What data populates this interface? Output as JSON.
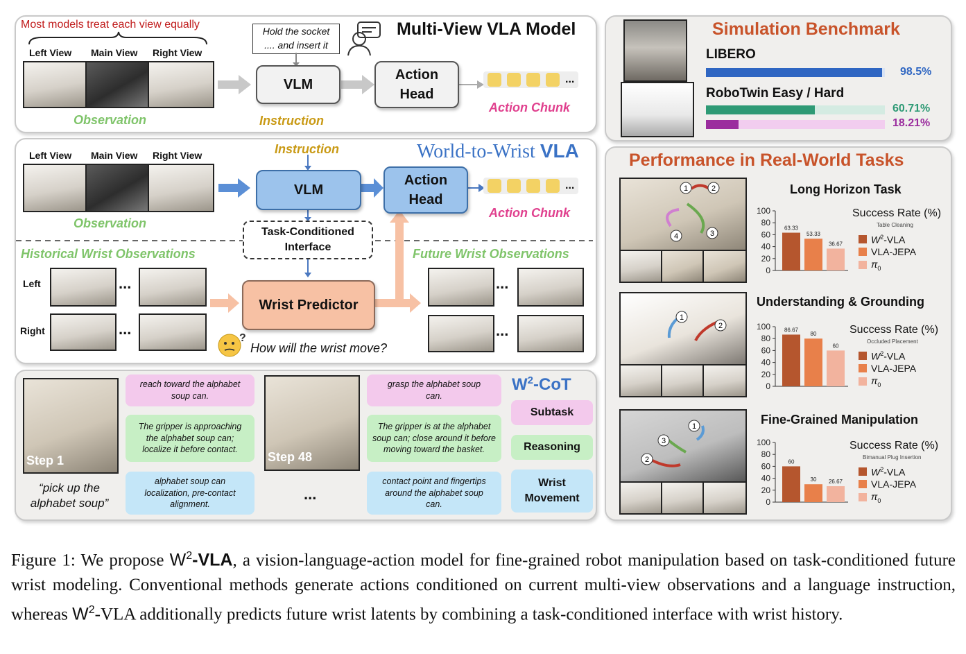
{
  "multi_view": {
    "title": "Multi-View VLA Model",
    "note": "Most models treat each view equally",
    "views": [
      "Left View",
      "Main View",
      "Right View"
    ],
    "speech": "Hold the socket\n.... and insert it",
    "vlm": "VLM",
    "action_head": "Action\nHead",
    "observation": "Observation",
    "instruction": "Instruction",
    "action_chunk": "Action Chunk",
    "ellipsis": "..."
  },
  "w2w": {
    "title_plain": "World-to-Wrist ",
    "title_bold": "VLA",
    "views": [
      "Left View",
      "Main View",
      "Right View"
    ],
    "instruction": "Instruction",
    "vlm": "VLM",
    "action_head": "Action\nHead",
    "observation": "Observation",
    "action_chunk": "Action Chunk",
    "interface": "Task-Conditioned\nInterface",
    "historical": "Historical Wrist Observations",
    "future": "Future Wrist Observations",
    "left": "Left",
    "right": "Right",
    "predictor": "Wrist Predictor",
    "question": "How will the wrist move?",
    "ellipsis": "..."
  },
  "cot": {
    "title_w": "W",
    "title_sup": "2",
    "title_rest": "-CoT",
    "step1": "Step 1",
    "step48": "Step 48",
    "prompt": "“pick up the\nalphabet soup”",
    "col1": {
      "subtask": "reach toward the alphabet\nsoup can.",
      "reasoning": "The gripper is approaching\nthe alphabet soup can;\nlocalize it before contact.",
      "wrist": "alphabet soup can\nlocalization, pre-contact\nalignment."
    },
    "col2": {
      "subtask": "grasp the alphabet soup\ncan.",
      "reasoning": "The gripper is at the alphabet\nsoup can; close around it before\nmoving toward the basket.",
      "wrist": "contact point and fingertips\naround the alphabet soup\ncan."
    },
    "ellipsis": "...",
    "tags": [
      "Subtask",
      "Reasoning",
      "Wrist\nMovement"
    ]
  },
  "sim": {
    "title": "Simulation Benchmark",
    "libero_label": "LIBERO",
    "libero_value": 98.5,
    "libero_text": "98.5%",
    "robotwin_label": "RoboTwin Easy / Hard",
    "robotwin_easy": 60.71,
    "robotwin_easy_text": "60.71%",
    "robotwin_hard": 18.21,
    "robotwin_hard_text": "18.21%"
  },
  "real": {
    "title": "Performance in Real-World Tasks",
    "sr_label": "Success Rate (%)",
    "circle_labels": [
      "1",
      "2",
      "3",
      "4"
    ]
  },
  "chart_data": [
    {
      "type": "bar",
      "title": "Long Horizon Task",
      "subtitle": "Table Cleaning",
      "ylabel": "Success Rate (%)",
      "categories": [
        "W2-VLA",
        "VLA-JEPA",
        "π0"
      ],
      "values": [
        63.33,
        53.33,
        36.67
      ],
      "value_labels": [
        "63.33",
        "53.33",
        "36.67"
      ],
      "ylim": [
        0,
        100
      ],
      "yticks": [
        "0",
        "20",
        "40",
        "60",
        "80",
        "100"
      ],
      "colors": [
        "#b5562e",
        "#e8804a",
        "#f2b39e"
      ]
    },
    {
      "type": "bar",
      "title": "Understanding & Grounding",
      "subtitle": "Occluded Placement",
      "ylabel": "Success Rate (%)",
      "categories": [
        "W2-VLA",
        "VLA-JEPA",
        "π0"
      ],
      "values": [
        86.67,
        80,
        60
      ],
      "value_labels": [
        "86.67",
        "80",
        "60"
      ],
      "ylim": [
        0,
        100
      ],
      "yticks": [
        "0",
        "20",
        "40",
        "60",
        "80",
        "100"
      ],
      "colors": [
        "#b5562e",
        "#e8804a",
        "#f2b39e"
      ]
    },
    {
      "type": "bar",
      "title": "Fine-Grained Manipulation",
      "subtitle": "Bimanual Plug Insertion",
      "ylabel": "Success Rate (%)",
      "categories": [
        "W2-VLA",
        "VLA-JEPA",
        "π0"
      ],
      "values": [
        60,
        30,
        26.67
      ],
      "value_labels": [
        "60",
        "30",
        "26.67"
      ],
      "ylim": [
        0,
        100
      ],
      "yticks": [
        "0",
        "20",
        "40",
        "60",
        "80",
        "100"
      ],
      "colors": [
        "#b5562e",
        "#e8804a",
        "#f2b39e"
      ]
    }
  ],
  "legend": {
    "w_base": "W",
    "w_sup": "2",
    "w_rest": "-VLA",
    "jepa": "VLA-JEPA",
    "pi_base": "π",
    "pi_sub": "0"
  },
  "caption": {
    "prefix": "Figure 1: We propose ",
    "w": "W",
    "sup": "2",
    "bold": "-VLA",
    "p1": ", a vision-language-action model for fine-grained robot manipulation based on task-conditioned future wrist modeling. Conventional methods generate actions conditioned on current multi-view observations and a language instruction, whereas ",
    "w2": "W",
    "sup2": "2",
    "p2": "-VLA additionally predicts future wrist latents by combining a task-conditioned interface with wrist history."
  },
  "colors": {
    "accent_orange": "#c8532a",
    "blue": "#3a72c5",
    "green": "#7fc46a",
    "gold": "#c99a15",
    "pink": "#e0408e",
    "libero_bar": "#2f66c2",
    "easy_bar": "#2e9a75",
    "hard_bar": "#9b2d9e"
  }
}
